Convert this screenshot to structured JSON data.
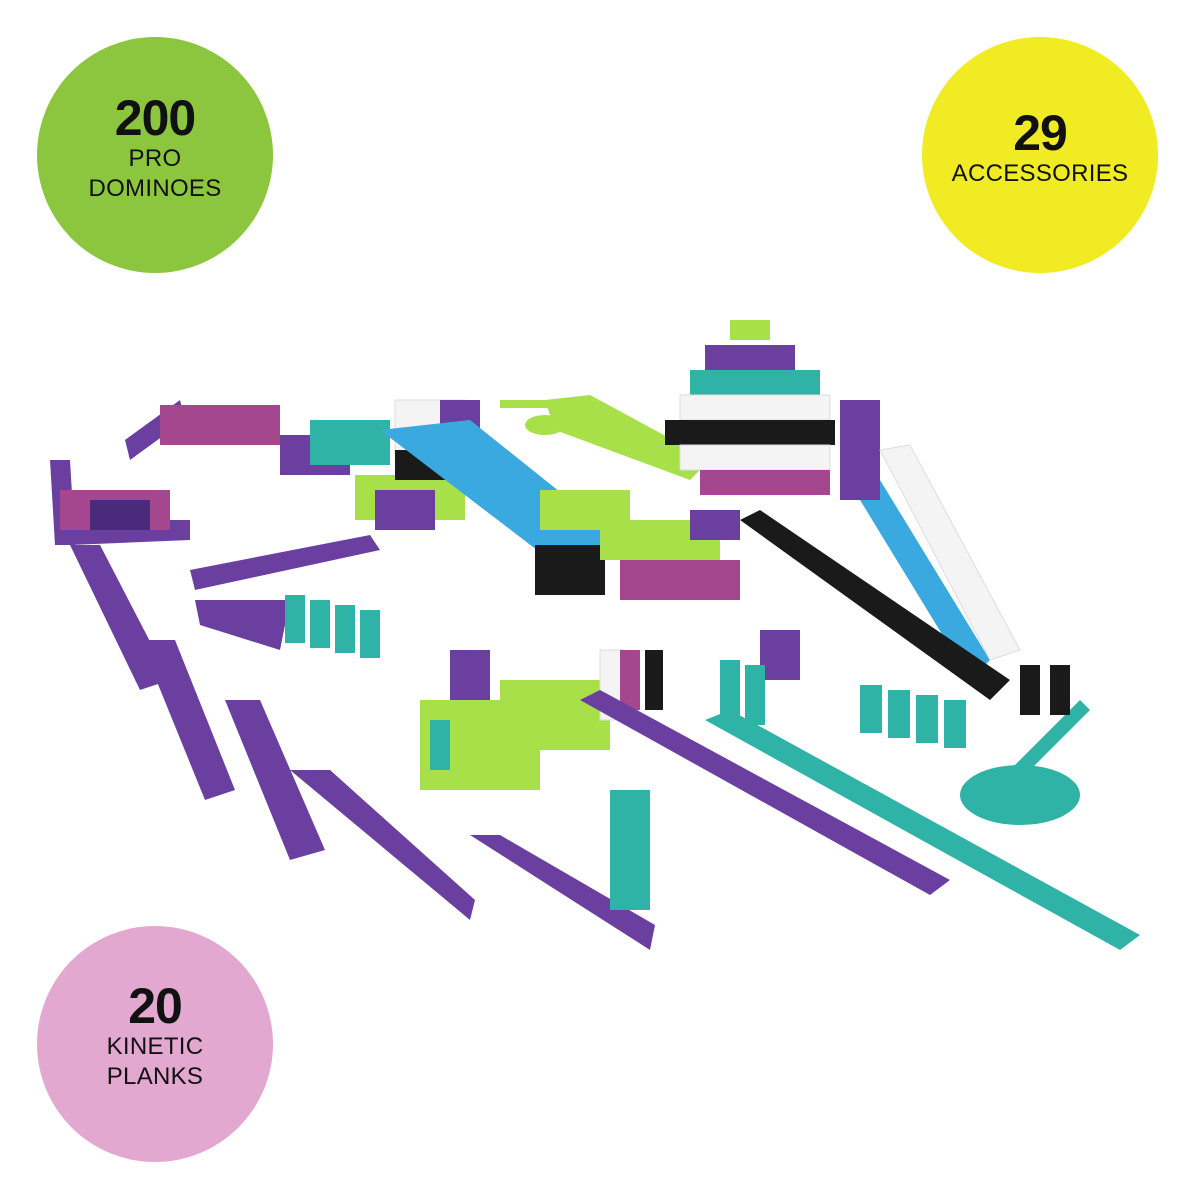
{
  "badges": [
    {
      "number": "200",
      "label_line1": "PRO",
      "label_line2": "DOMINOES",
      "color": "#8cc63f"
    },
    {
      "number": "29",
      "label_line1": "ACCESSORIES",
      "label_line2": "",
      "color": "#f0eb23"
    },
    {
      "number": "20",
      "label_line1": "KINETIC",
      "label_line2": "PLANKS",
      "color": "#e2a8cf"
    }
  ],
  "product_image": {
    "description": "Domino set laid out with purple kinetic planks, teal and purple comb tracks, blue slide ramps, and dominoes in purple, magenta, teal, lime, black and white",
    "colors": {
      "purple": "#6a3fa0",
      "magenta": "#a5478f",
      "teal": "#2fb3a6",
      "lime": "#a8e04a",
      "black": "#1a1a1a",
      "white": "#f4f4f4",
      "blue": "#3aa9e0"
    }
  }
}
